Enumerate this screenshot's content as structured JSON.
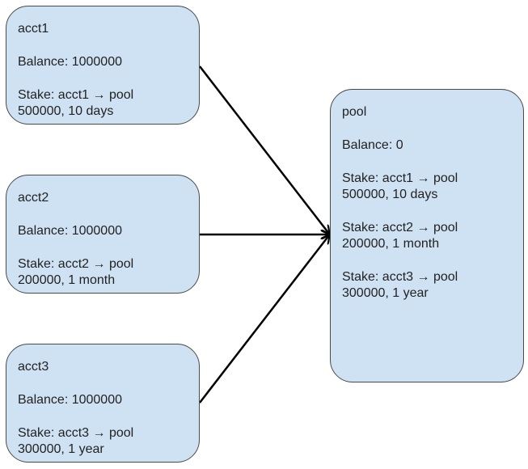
{
  "accounts": [
    {
      "name": "acct1",
      "balance": "Balance: 1000000",
      "stake_line1": "Stake: acct1 → pool",
      "stake_line2": "500000, 10 days"
    },
    {
      "name": "acct2",
      "balance": "Balance: 1000000",
      "stake_line1": "Stake: acct2 → pool",
      "stake_line2": "200000, 1 month"
    },
    {
      "name": "acct3",
      "balance": "Balance: 1000000",
      "stake_line1": "Stake: acct3 → pool",
      "stake_line2": "300000, 1 year"
    }
  ],
  "pool": {
    "name": "pool",
    "balance": "Balance: 0",
    "stakes": [
      {
        "line1": "Stake: acct1 → pool",
        "line2": "500000, 10 days"
      },
      {
        "line1": "Stake: acct2 → pool",
        "line2": "200000, 1 month"
      },
      {
        "line1": "Stake: acct3 → pool",
        "line2": "300000, 1 year"
      }
    ]
  },
  "edges": [
    {
      "from": "acct1",
      "to": "pool"
    },
    {
      "from": "acct2",
      "to": "pool"
    },
    {
      "from": "acct3",
      "to": "pool"
    }
  ],
  "colors": {
    "box_fill": "#cfe2f3",
    "box_border": "#4a4a4a",
    "arrow": "#000000"
  }
}
